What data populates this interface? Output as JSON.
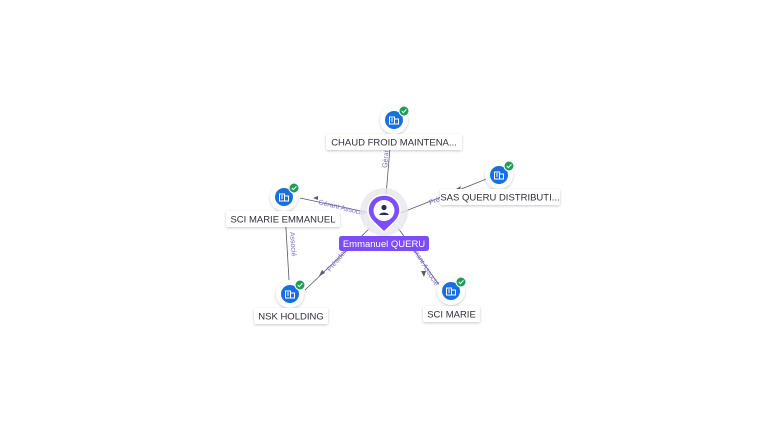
{
  "center": {
    "name": "Emmanuel QUERU",
    "icon": "person-icon",
    "color": "#7c4dff"
  },
  "companies": [
    {
      "id": "chaud",
      "name": "CHAUD FROID MAINTENA...",
      "icon": "building-icon",
      "verified": true
    },
    {
      "id": "sas",
      "name": "SAS QUERU DISTRIBUTI...",
      "icon": "building-icon",
      "verified": true
    },
    {
      "id": "sci-emmanuel",
      "name": "SCI MARIE EMMANUEL",
      "icon": "building-icon",
      "verified": true
    },
    {
      "id": "nsk",
      "name": "NSK HOLDING",
      "icon": "building-icon",
      "verified": true
    },
    {
      "id": "sci-marie",
      "name": "SCI MARIE",
      "icon": "building-icon",
      "verified": true
    }
  ],
  "relations": [
    {
      "from": "center",
      "to": "chaud",
      "label": "Gérant"
    },
    {
      "from": "center",
      "to": "sas",
      "label": "Président"
    },
    {
      "from": "center",
      "to": "sci-emmanuel",
      "label": "Gérant Associé"
    },
    {
      "from": "center",
      "to": "nsk",
      "label": "Président"
    },
    {
      "from": "center",
      "to": "sci-marie",
      "label": "Gérant Associé"
    },
    {
      "from": "sci-emmanuel",
      "to": "nsk",
      "label": "Associé"
    }
  ],
  "colors": {
    "company_icon": "#1a6fe0",
    "verified_badge": "#1f9d55",
    "edge": "#5a5a66",
    "edge_label": "#7b6fd0",
    "center_pin": "#7c4dff"
  }
}
